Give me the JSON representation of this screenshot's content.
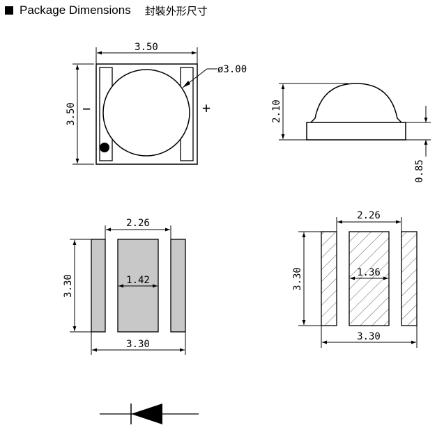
{
  "header": {
    "title_en": "Package Dimensions",
    "title_cn": "封裝外形尺寸"
  },
  "top_view": {
    "width_label": "3.50",
    "height_label": "3.50",
    "lens_label": "ø3.00",
    "minus_sign": "−",
    "plus_sign": "+"
  },
  "side_view": {
    "height_label": "2.10",
    "base_label": "0.85"
  },
  "pad_layout": {
    "top_label": "2.26",
    "height_label": "3.30",
    "center_label": "1.42",
    "bottom_label": "3.30"
  },
  "solder_pattern": {
    "top_label": "2.26",
    "height_label": "3.30",
    "center_label": "1.36",
    "bottom_label": "3.30"
  },
  "colors": {
    "pad_fill": "#c8c8c8",
    "line": "#000000",
    "hatch": "#555555"
  }
}
